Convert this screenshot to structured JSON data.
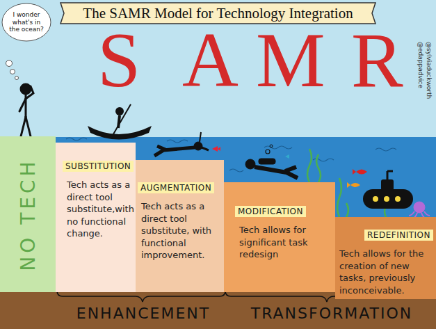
{
  "diagram": {
    "title": "The SAMR Model for Technology Integration",
    "nodes": [
      {
        "text": [
          "I wonder what's in the ocean?"
        ]
      },
      {
        "text": [
          "NO TECH"
        ]
      },
      {
        "text": [
          "SUBSTITUTION",
          "Tech acts as a direct tool substitute,with no functional change."
        ]
      },
      {
        "text": [
          "AUGMENTATION",
          "Tech acts as a direct tool substitute, with functional improvement."
        ]
      },
      {
        "text": [
          "MODIFICATION",
          "Tech allows for significant task redesign"
        ]
      },
      {
        "text": [
          "REDEFINITION",
          "Tech allows for the creation of new tasks, previously inconceivable."
        ]
      }
    ],
    "labels": [
      "S",
      "A",
      "M",
      "R",
      "@sylviaduckworth",
      "@edappadvice",
      "ENHANCEMENT",
      "TRANSFORMATION"
    ]
  }
}
